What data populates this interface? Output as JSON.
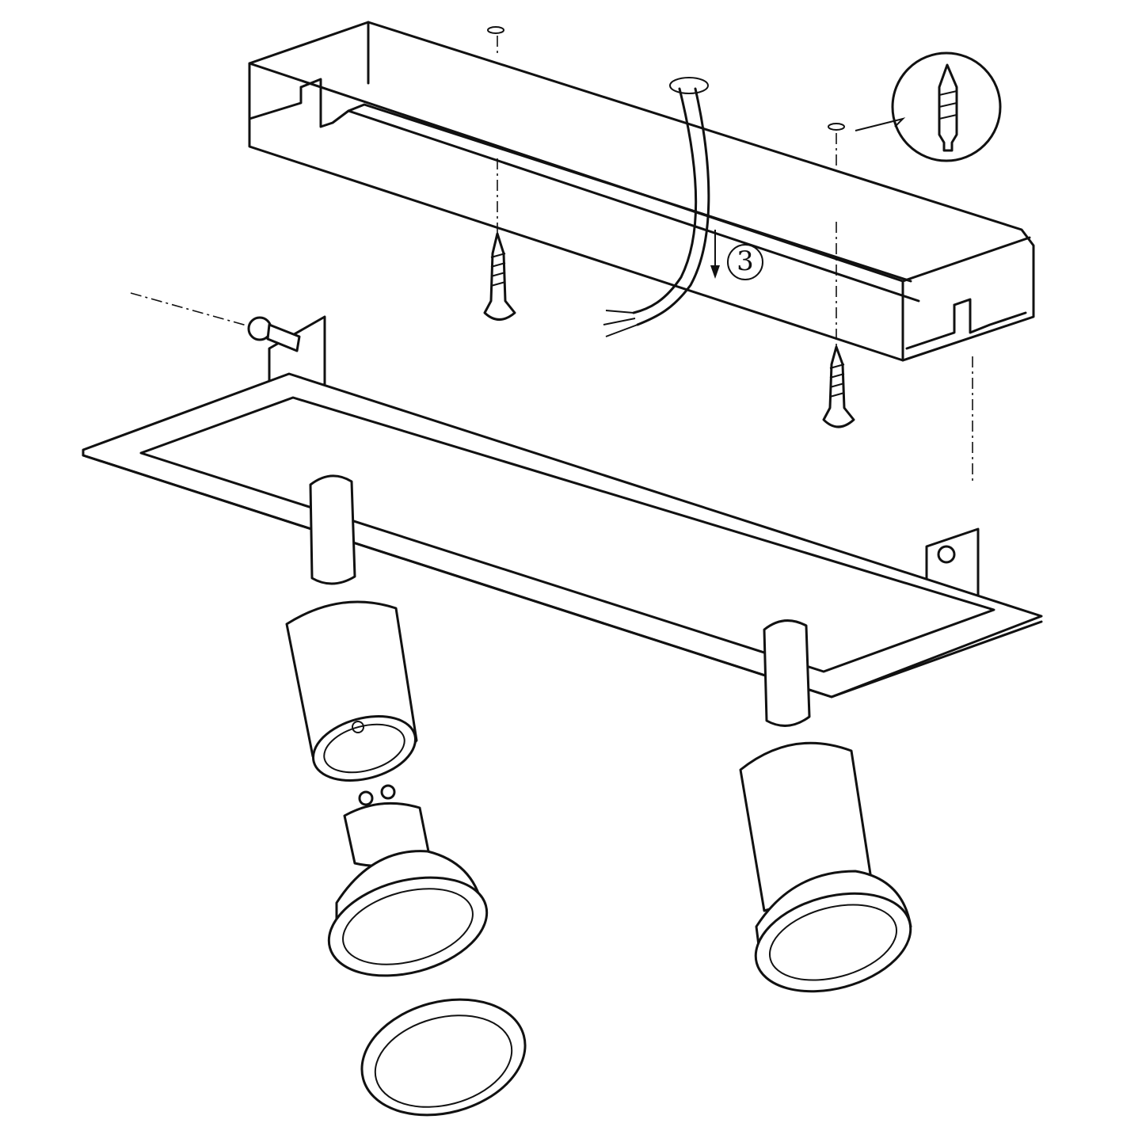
{
  "diagram": {
    "step_label": "3",
    "parts": [
      "ceiling-box",
      "mounting-screws",
      "wall-plugs",
      "power-cable",
      "mounting-plate",
      "spotlight-left",
      "spotlight-right",
      "gu10-bulb",
      "lens-ring"
    ]
  }
}
